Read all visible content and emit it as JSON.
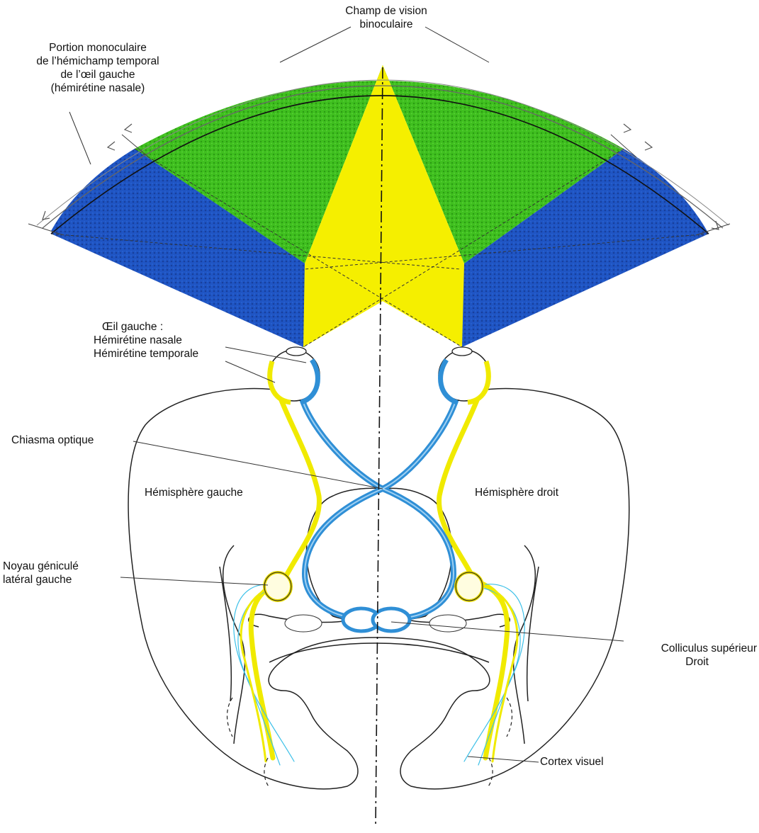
{
  "labels": {
    "champ_line1": "Champ de vision",
    "champ_line2": "binoculaire",
    "portion_line1": "Portion monoculaire",
    "portion_line2": "de l’hémichamp temporal",
    "portion_line3": "de l’œil gauche",
    "portion_line4": "(hémirétine nasale)",
    "oeil_line1": "Œil gauche :",
    "oeil_line2": "Hémirétine nasale",
    "oeil_line3": "Hémirétine temporale",
    "chiasma": "Chiasma optique",
    "hemisphere_gauche": "Hémisphère gauche",
    "hemisphere_droit": "Hémisphère droit",
    "noyau_line1": "Noyau géniculé",
    "noyau_line2": "latéral gauche",
    "colliculus_line1": "Colliculus supérieur",
    "colliculus_line2": "Droit",
    "cortex": "Cortex visuel"
  },
  "colors": {
    "binocular_field": "#3fbf1f",
    "monocular_field": "#1e4fbf",
    "central_field": "#f5ef00",
    "nasal_pathway": "#2f8fd6",
    "temporal_pathway": "#f0ea00",
    "outline": "#222222"
  }
}
